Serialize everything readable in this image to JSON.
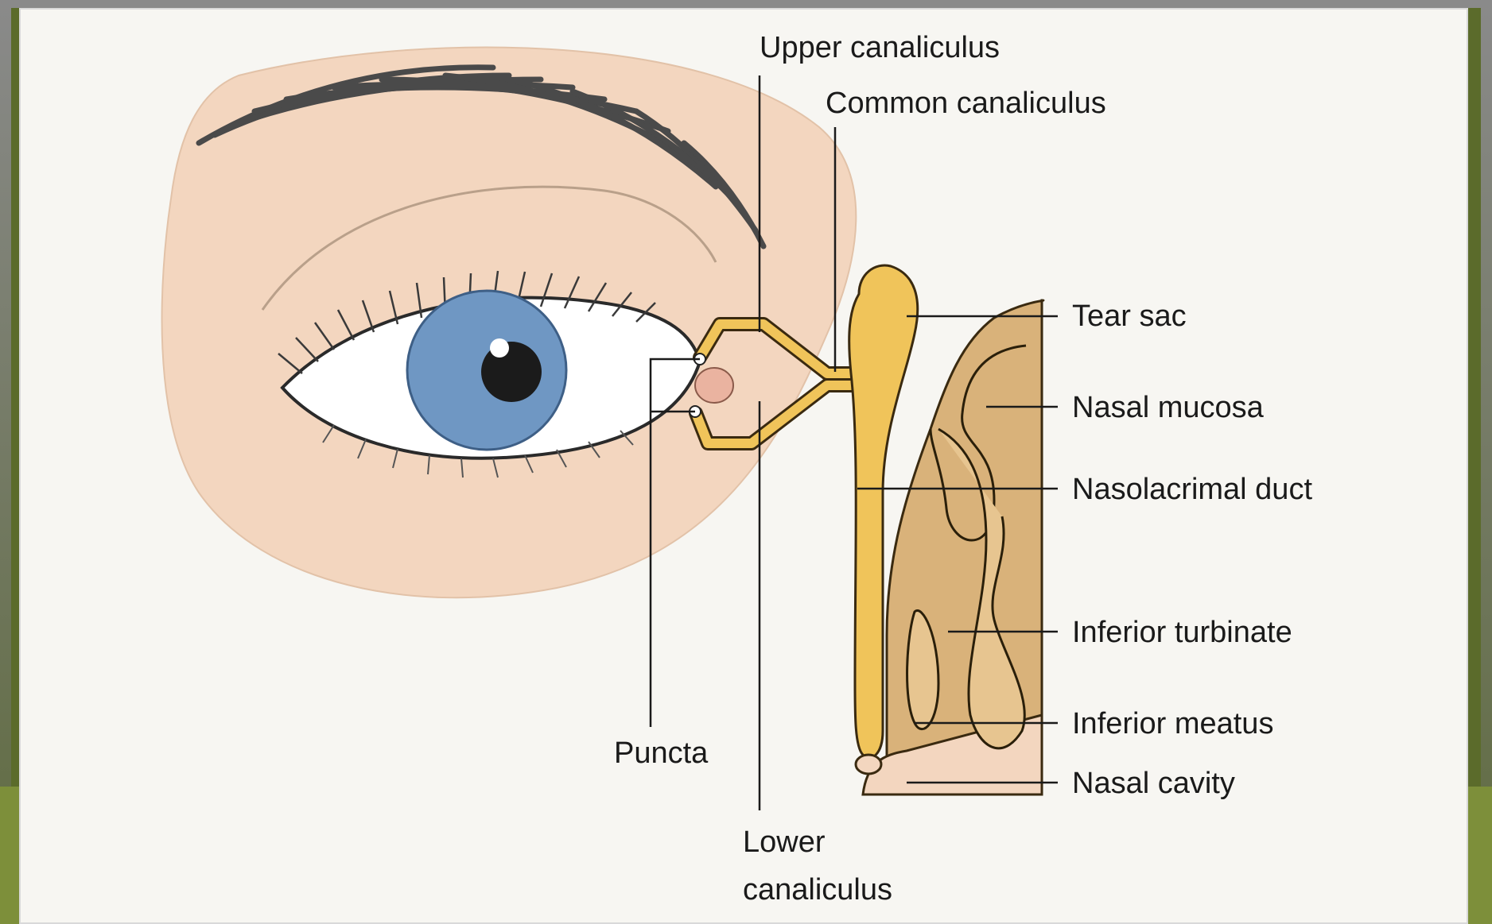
{
  "labels": {
    "upper_canaliculus": "Upper canaliculus",
    "common_canaliculus": "Common canaliculus",
    "tear_sac": "Tear sac",
    "nasal_mucosa": "Nasal mucosa",
    "nasolacrimal_duct": "Nasolacrimal duct",
    "inferior_turbinate": "Inferior turbinate",
    "inferior_meatus": "Inferior meatus",
    "nasal_cavity": "Nasal cavity",
    "puncta": "Puncta",
    "lower_canaliculus_line1": "Lower",
    "lower_canaliculus_line2": "canaliculus"
  },
  "colors": {
    "skin": "#f3d6bf",
    "duct": "#f0c45a",
    "duct_outline": "#3a2a10",
    "nasal": "#d9b27a",
    "iris": "#6f97c3",
    "pupil": "#1b1b1b",
    "caruncle": "#eab3a0"
  }
}
